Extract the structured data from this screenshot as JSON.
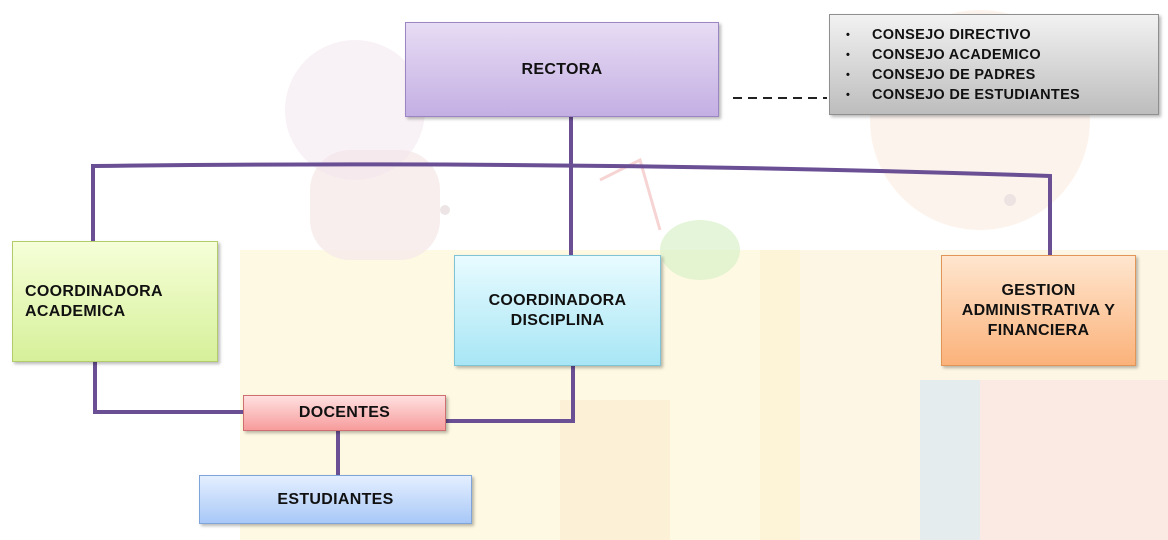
{
  "diagram": {
    "rectora": "RECTORA",
    "consejos": [
      "CONSEJO DIRECTIVO",
      "CONSEJO ACADEMICO",
      "CONSEJO DE PADRES",
      "CONSEJO DE ESTUDIANTES"
    ],
    "coordinadora_academica": "COORDINADORA\nACADEMICA",
    "coordinadora_disciplina": "COORDINADORA\nDISCIPLINA",
    "gestion": "GESTION\nADMINISTRATIVA Y\nFINANCIERA",
    "docentes": "DOCENTES",
    "estudiantes": "ESTUDIANTES"
  },
  "colors": {
    "connector": "#6a4f94",
    "rectora_fill": "#c4afe3",
    "consejos_fill": "#bdbdbd",
    "academica_fill": "#d6f09a",
    "disciplina_fill": "#a8e6f5",
    "gestion_fill": "#fbb27a",
    "docentes_fill": "#f79c9c",
    "estudiantes_fill": "#a8c8f7"
  }
}
